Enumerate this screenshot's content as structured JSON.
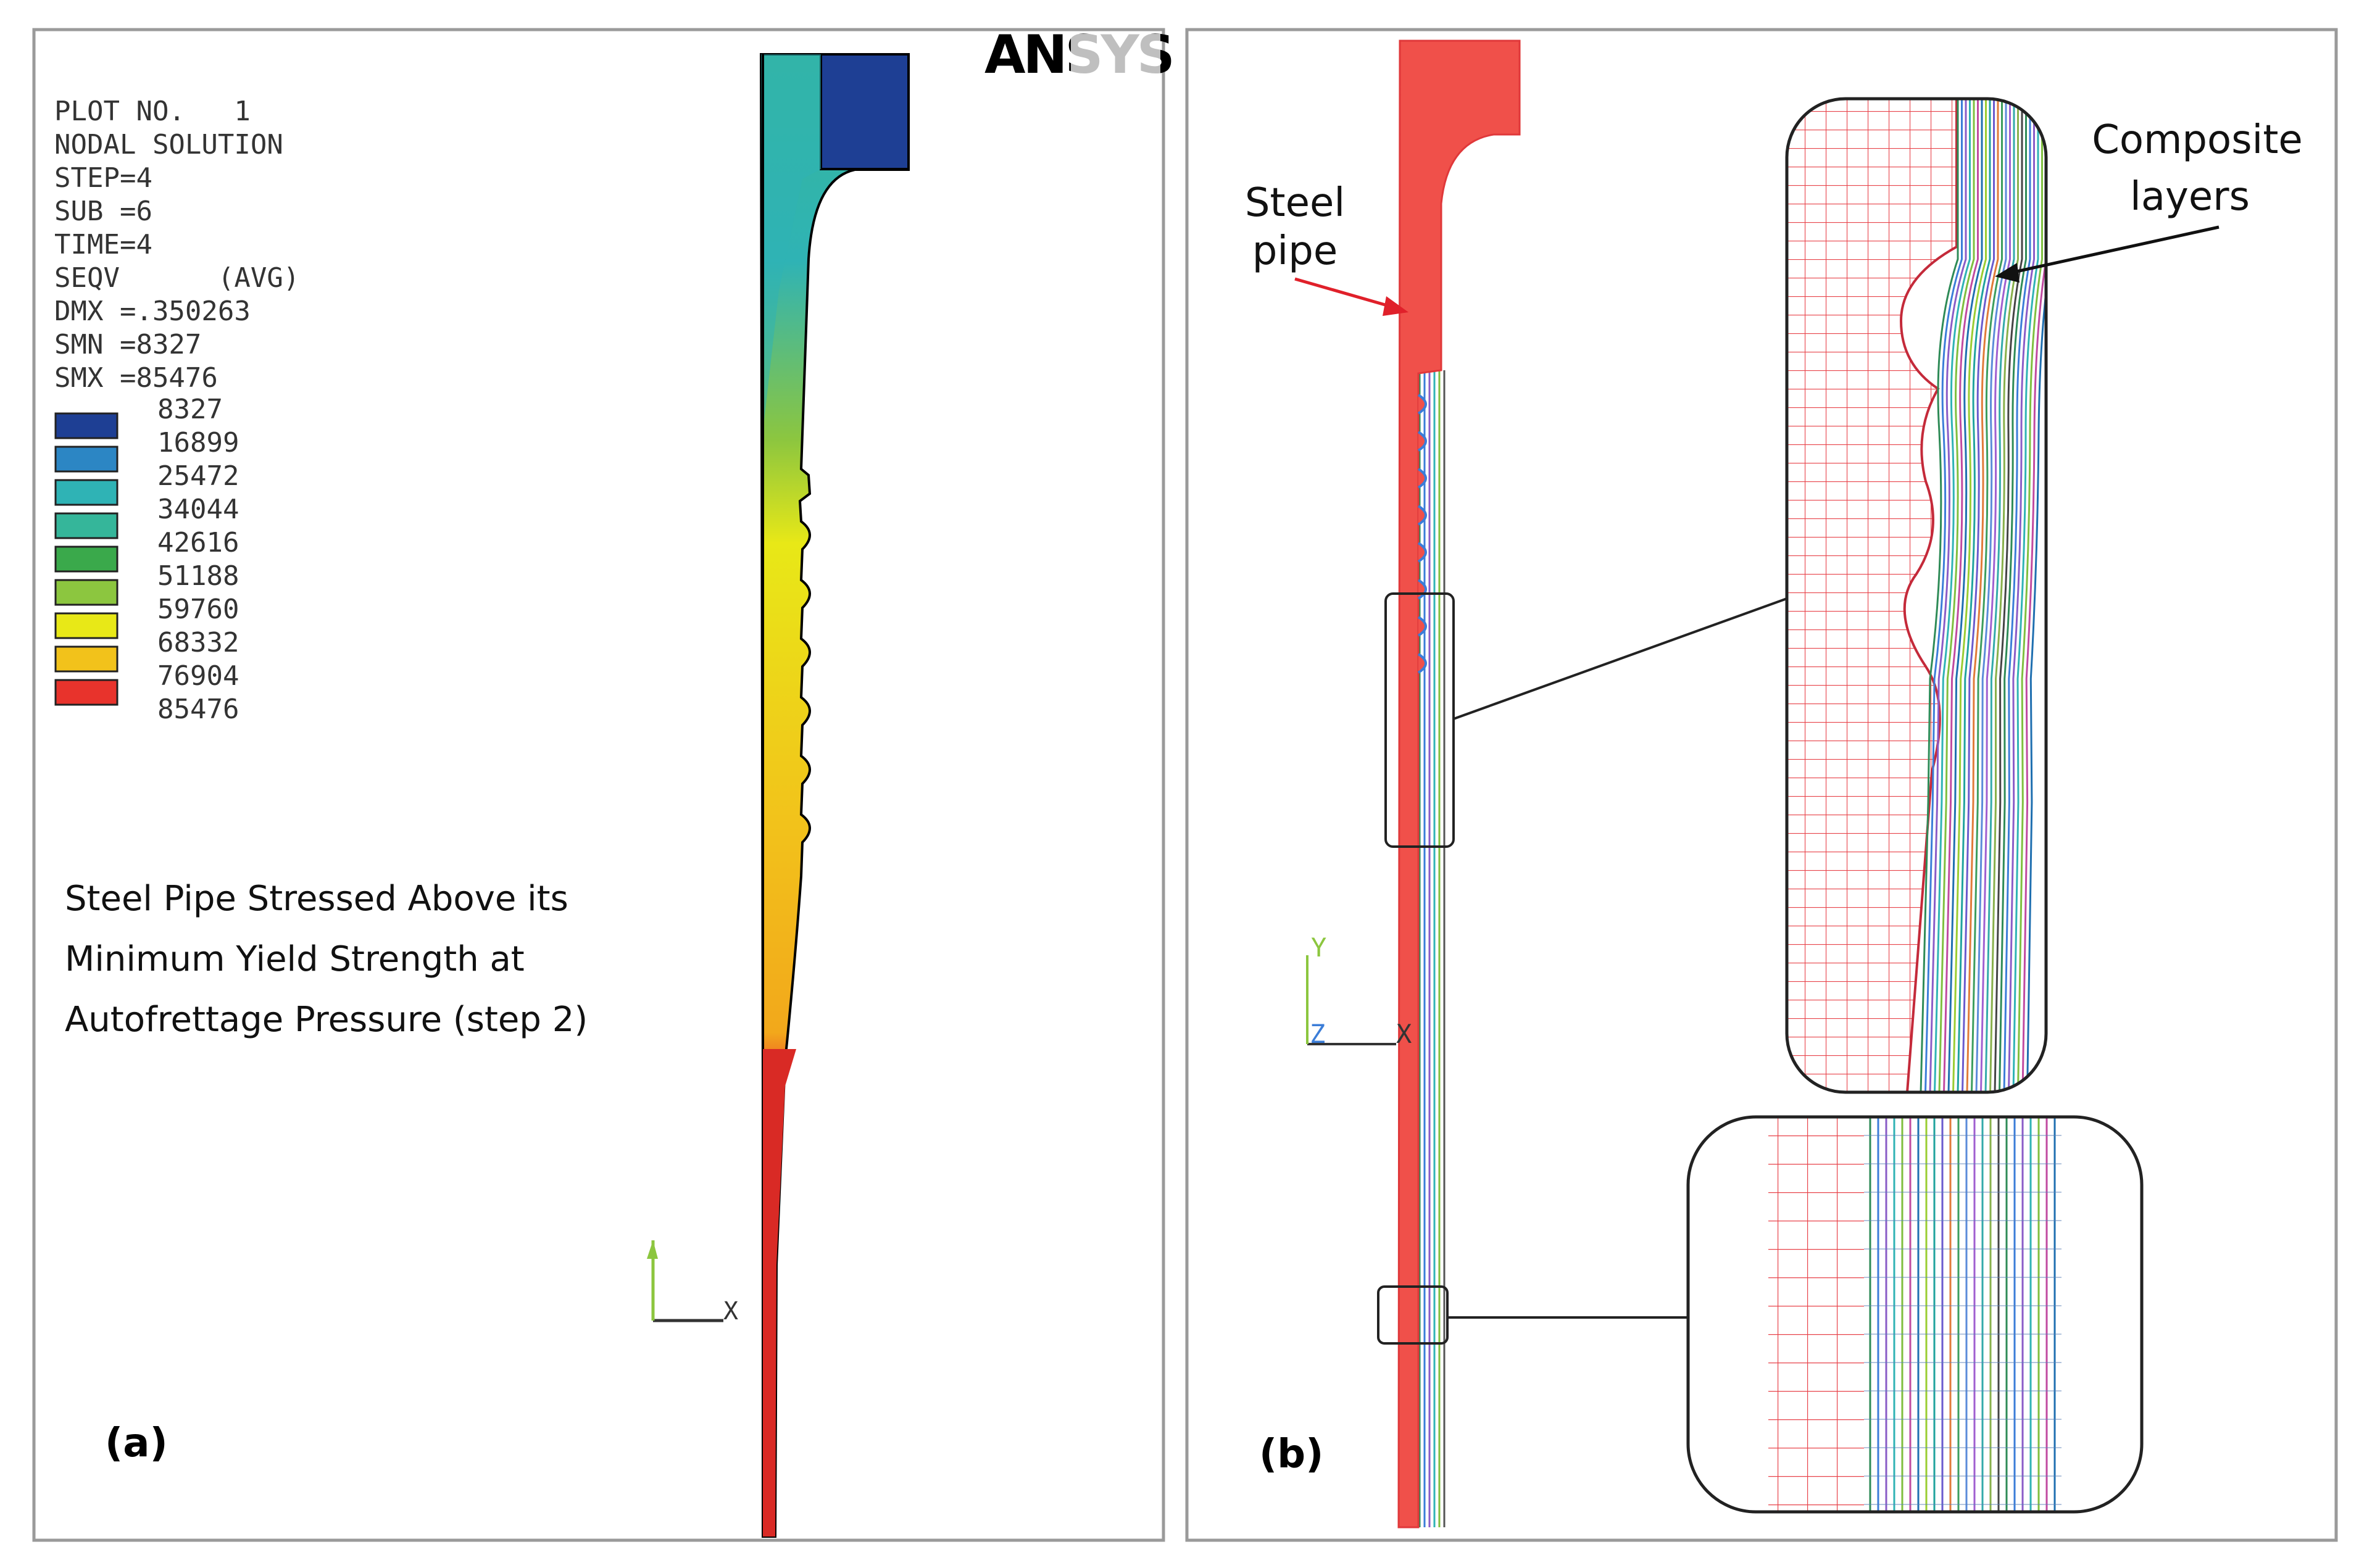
{
  "panel_a": {
    "panel_label": "(a)",
    "logo_text": "ANSYS",
    "info_lines": [
      "PLOT NO.   1",
      "NODAL SOLUTION",
      "STEP=4",
      "SUB =6",
      "TIME=4",
      "SEQV      (AVG)",
      "DMX =.350263",
      "SMN =8327",
      "SMX =85476"
    ],
    "legend": {
      "values": [
        "8327",
        "16899",
        "25472",
        "34044",
        "42616",
        "51188",
        "59760",
        "68332",
        "76904",
        "85476"
      ],
      "colors": [
        "#1e3f94",
        "#2c86c4",
        "#2fb3b5",
        "#35b69a",
        "#3aa94b",
        "#8cc63f",
        "#e8e817",
        "#f2c21b",
        "#e8332c"
      ]
    },
    "caption_lines": [
      "Steel Pipe Stressed Above its",
      "Minimum Yield Strength at",
      "Autofrettage Pressure (step 2)"
    ],
    "axis_x": "X"
  },
  "panel_b": {
    "panel_label": "(b)",
    "steel_pipe_label": [
      "Steel",
      "pipe"
    ],
    "composite_label": [
      "Composite",
      "layers"
    ],
    "axis_y": "Y",
    "axis_z": "Z",
    "axis_x": "X",
    "colors": {
      "steel": "#f0504a",
      "pointer_steel": "#e0202a",
      "pointer_composite": "#111111"
    }
  }
}
